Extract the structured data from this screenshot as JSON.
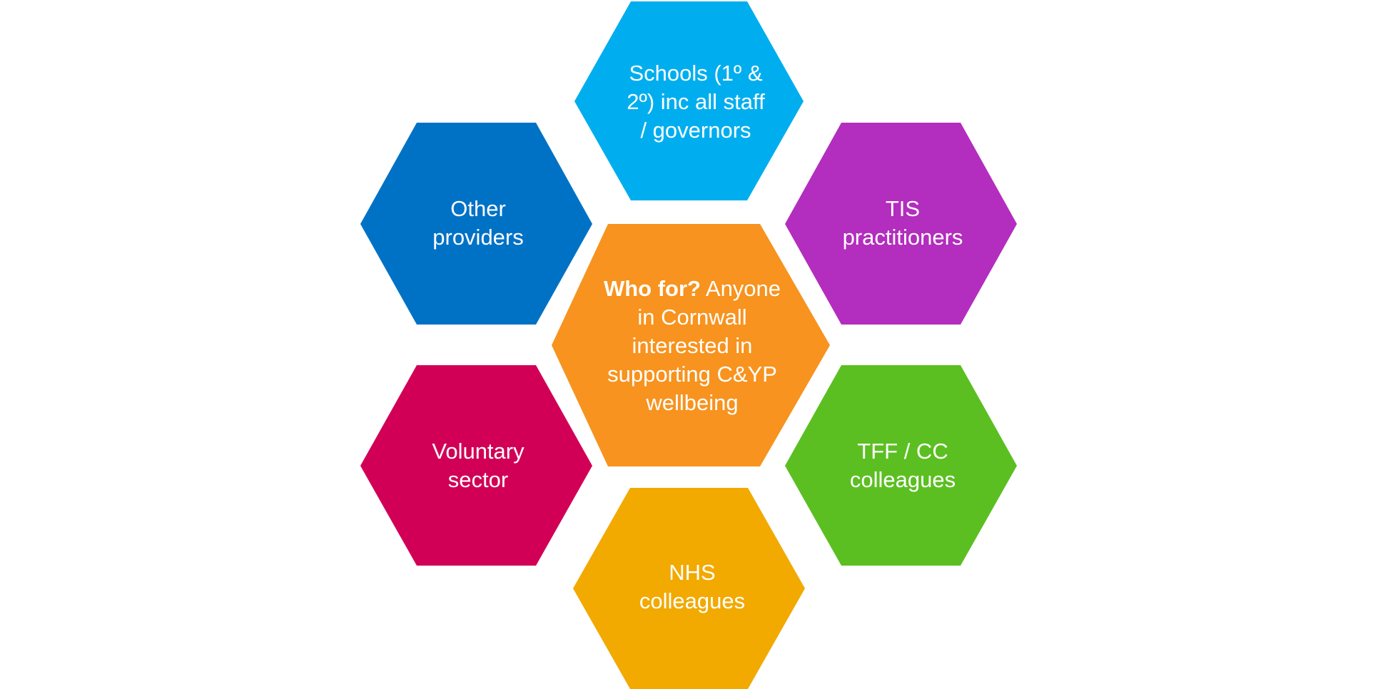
{
  "colors": {
    "center": "#F7931E",
    "top": "#00AEEF",
    "top_left": "#0072C6",
    "top_right": "#B32DBE",
    "bottom_left": "#D10056",
    "bottom_right": "#5BBF21",
    "bottom": "#F2A900",
    "text": "#FFFFFF"
  },
  "hexagons": {
    "center": {
      "bold": "Who for?",
      "rest": "Anyone",
      "line2": "in Cornwall",
      "line3": "interested in",
      "line4": "supporting C&YP",
      "line5": "wellbeing"
    },
    "top": {
      "line1": "Schools (1º &",
      "line2": "2º) inc all staff",
      "line3": "/ governors"
    },
    "top_left": {
      "line1": "Other",
      "line2": "providers"
    },
    "top_right": {
      "line1": "TIS",
      "line2": "practitioners"
    },
    "bottom_left": {
      "line1": "Voluntary",
      "line2": "sector"
    },
    "bottom_right": {
      "line1": "TFF / CC",
      "line2": "colleagues"
    },
    "bottom": {
      "line1": "NHS",
      "line2": "colleagues"
    }
  }
}
